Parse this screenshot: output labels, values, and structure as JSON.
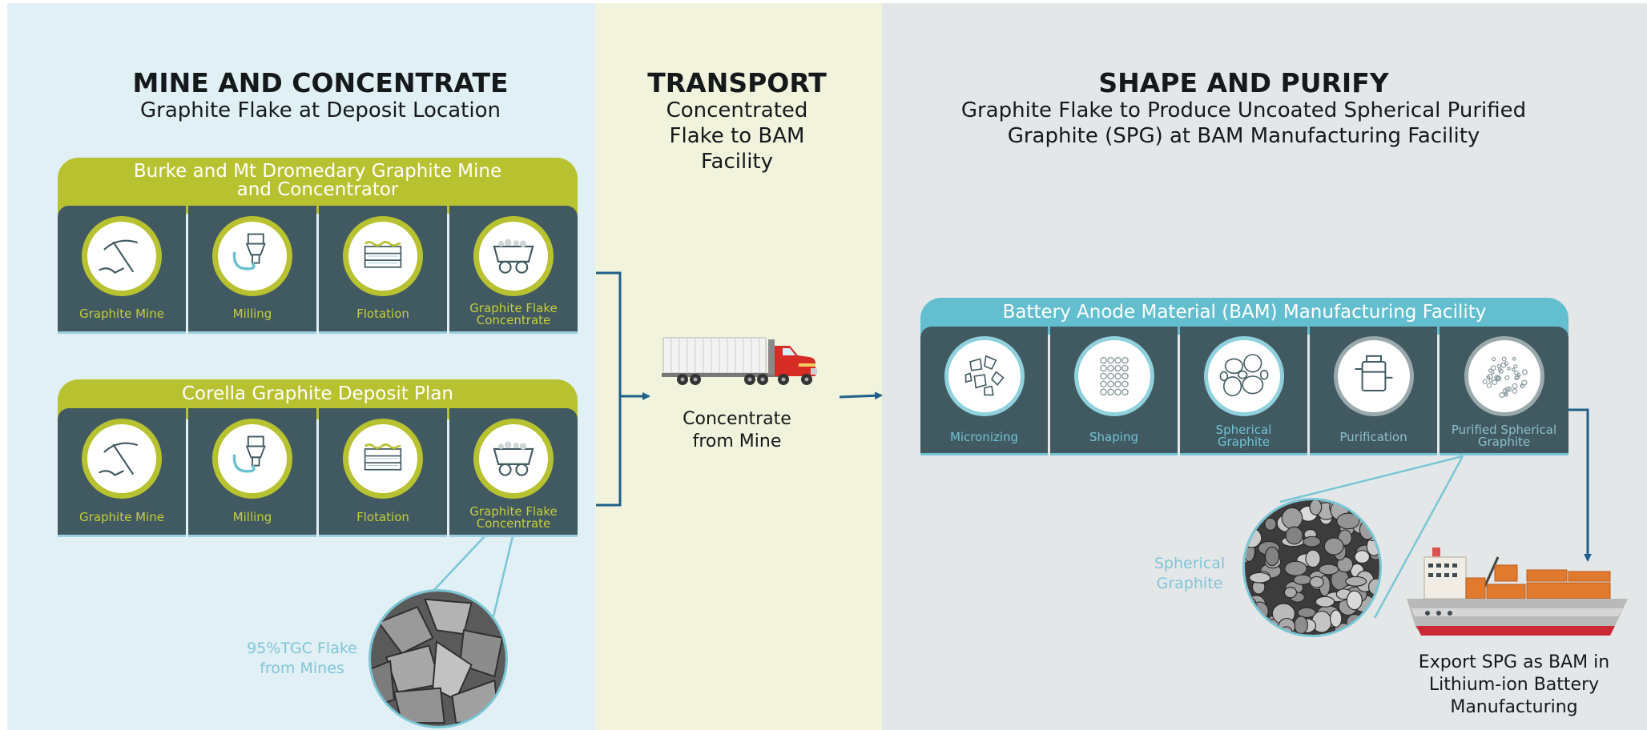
{
  "sections": {
    "mine": {
      "title": "MINE AND CONCENTRATE",
      "subtitle": "Graphite Flake at Deposit Location"
    },
    "transport": {
      "title": "TRANSPORT",
      "subtitle_lines": [
        "Concentrated",
        "Flake to BAM",
        "Facility"
      ]
    },
    "shape": {
      "title": "SHAPE AND PURIFY",
      "subtitle_lines": [
        "Graphite Flake to Produce Uncoated Spherical Purified",
        "Graphite (SPG) at BAM Manufacturing Facility"
      ]
    }
  },
  "plants": [
    {
      "title_lines": [
        "Burke and Mt Dromedary Graphite Mine",
        "and Concentrator"
      ],
      "steps": [
        {
          "label_lines": [
            "Graphite Mine"
          ],
          "icon": "pickaxe-icon"
        },
        {
          "label_lines": [
            "Milling"
          ],
          "icon": "mill-icon"
        },
        {
          "label_lines": [
            "Flotation"
          ],
          "icon": "flotation-tank-icon"
        },
        {
          "label_lines": [
            "Graphite Flake",
            "Concentrate"
          ],
          "icon": "mine-cart-icon"
        }
      ]
    },
    {
      "title_lines": [
        "Corella Graphite Deposit Plan"
      ],
      "steps": [
        {
          "label_lines": [
            "Graphite Mine"
          ],
          "icon": "pickaxe-icon"
        },
        {
          "label_lines": [
            "Milling"
          ],
          "icon": "mill-icon"
        },
        {
          "label_lines": [
            "Flotation"
          ],
          "icon": "flotation-tank-icon"
        },
        {
          "label_lines": [
            "Graphite Flake",
            "Concentrate"
          ],
          "icon": "mine-cart-icon"
        }
      ]
    }
  ],
  "transport": {
    "caption_lines": [
      "Concentrate",
      "from Mine"
    ],
    "vehicle_icon": "truck-icon"
  },
  "bam": {
    "title": "Battery Anode Material (BAM) Manufacturing Facility",
    "steps": [
      {
        "label_lines": [
          "Micronizing"
        ],
        "icon": "micronized-flakes-icon"
      },
      {
        "label_lines": [
          "Shaping"
        ],
        "icon": "dot-grid-icon"
      },
      {
        "label_lines": [
          "Spherical",
          "Graphite"
        ],
        "icon": "spherical-particles-icon"
      },
      {
        "label_lines": [
          "Purification"
        ],
        "icon": "purifier-vessel-icon"
      },
      {
        "label_lines": [
          "Purified Spherical",
          "Graphite"
        ],
        "icon": "purified-particles-icon"
      }
    ]
  },
  "notes": {
    "flake_lines": [
      "95%TGC Flake",
      "from Mines"
    ],
    "spherical_lines": [
      "Spherical",
      "Graphite"
    ]
  },
  "export": {
    "caption_lines": [
      "Export SPG as BAM in",
      "Lithium-ion Battery",
      "Manufacturing"
    ],
    "vessel_icon": "cargo-ship-icon"
  },
  "colors": {
    "mine_accent": "#b8c231",
    "bam_accent": "#63bfd0",
    "cell_bg": "#415a61",
    "arrow": "#1f5f8b"
  }
}
